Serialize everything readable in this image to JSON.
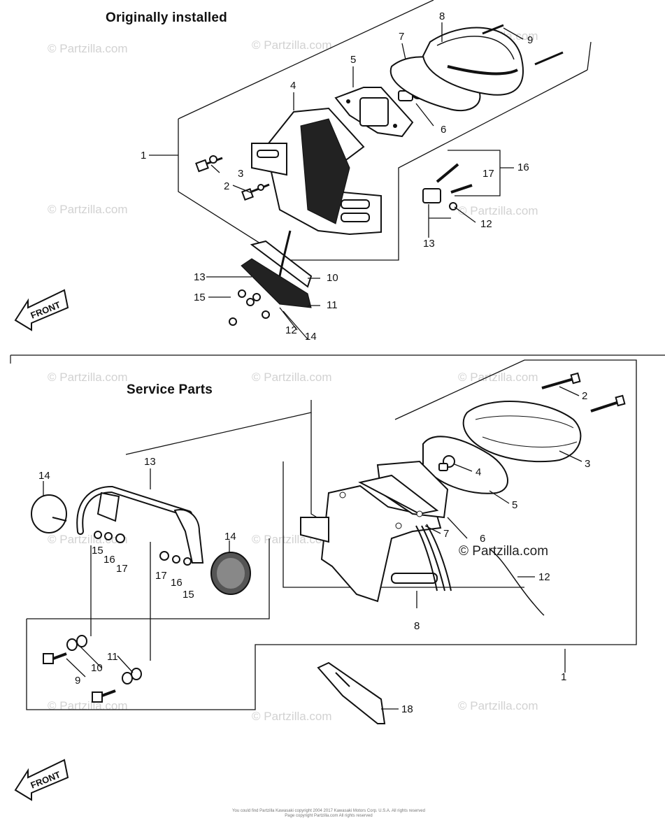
{
  "sections": {
    "top_title": "Originally installed",
    "bottom_title": "Service Parts"
  },
  "front_label": "FRONT",
  "watermark": "© Partzilla.com",
  "top_callouts": [
    "1",
    "2",
    "3",
    "4",
    "5",
    "6",
    "7",
    "8",
    "9",
    "10",
    "11",
    "12",
    "12",
    "13",
    "13",
    "14",
    "15",
    "16",
    "17"
  ],
  "bottom_callouts": [
    "1",
    "2",
    "3",
    "4",
    "5",
    "6",
    "7",
    "8",
    "9",
    "10",
    "11",
    "12",
    "13",
    "14",
    "14",
    "15",
    "15",
    "16",
    "16",
    "17",
    "17",
    "18"
  ],
  "copyright": {
    "line1": "You could find Partzilla Kawasaki copyright 2004  2017  Kawasaki Motors Corp. U.S.A.  All rights reserved",
    "line2": "Page copyright Partzilla.com  All rights reserved"
  }
}
